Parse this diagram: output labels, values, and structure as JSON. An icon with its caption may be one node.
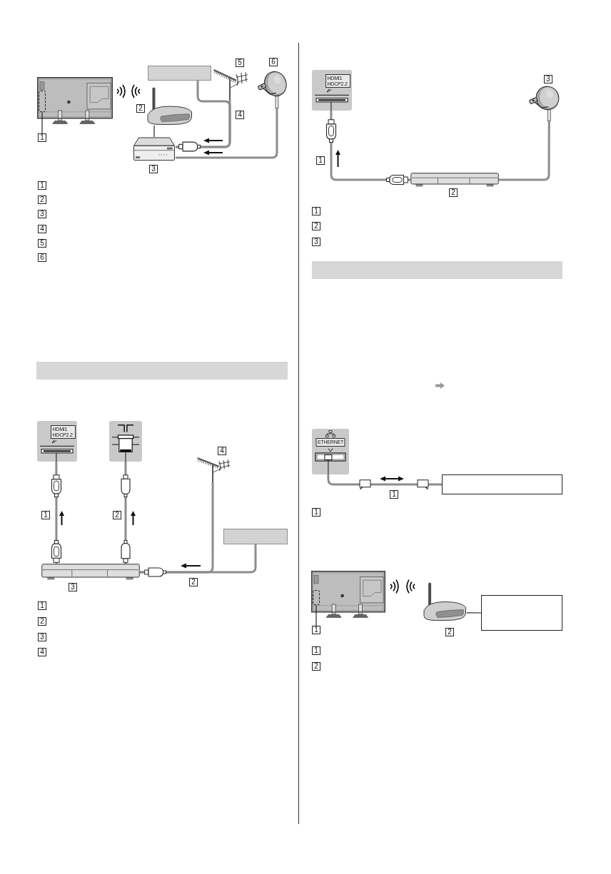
{
  "diagram": {
    "nodes": [
      {
        "text": [],
        "shape": "box"
      },
      {
        "text": [],
        "shape": "picture",
        "beside": [
          "5"
        ]
      },
      {
        "text": [],
        "shape": "picture",
        "beside": [
          "6"
        ]
      },
      {
        "text": [],
        "shape": "picture"
      },
      {
        "text": [],
        "shape": "box",
        "in": 3
      },
      {
        "text": [],
        "shape": "picture",
        "beside": [
          "2"
        ]
      },
      {
        "text": [],
        "shape": "picture",
        "beside": [
          "3"
        ]
      },
      {
        "text": [
          "1"
        ]
      },
      {
        "text": [
          "HDMI1 HDCP2.2"
        ]
      },
      {
        "text": [],
        "shape": "picture"
      },
      {
        "text": [],
        "shape": "picture",
        "beside": [
          "4"
        ]
      },
      {
        "text": [],
        "shape": "box"
      },
      {
        "text": [],
        "shape": "picture",
        "beside": [
          "3"
        ]
      },
      {
        "text": [
          "HDMI1 HDCP2.2"
        ]
      },
      {
        "text": [],
        "shape": "picture",
        "beside": [
          "3"
        ]
      },
      {
        "text": [],
        "shape": "picture",
        "beside": [
          "2"
        ]
      },
      {
        "text": [
          "ETHERNET"
        ]
      },
      {
        "text": [],
        "shape": "box"
      },
      {
        "text": [],
        "shape": "picture"
      },
      {
        "text": [],
        "shape": "box",
        "in": 18
      },
      {
        "text": [],
        "shape": "picture",
        "beside": [
          "2"
        ]
      },
      {
        "text": [],
        "shape": "box"
      },
      {
        "text": [
          "1"
        ]
      }
    ],
    "edges": [
      {
        "from": 1,
        "to": 6,
        "arrow": "none",
        "label": "4"
      },
      {
        "from": 0,
        "to": 6,
        "arrow": "none"
      },
      {
        "from": 2,
        "to": 6,
        "arrow": "none"
      },
      {
        "from": 5,
        "to": 6,
        "arrow": "none",
        "color": "#222222"
      },
      {
        "from": 7,
        "to": 4,
        "arrow": "none",
        "color": "#222222"
      },
      {
        "from": 12,
        "to": 8,
        "arrow": "none",
        "label": "1"
      },
      {
        "from": 12,
        "to": 9,
        "arrow": "none",
        "label": "2"
      },
      {
        "from": 10,
        "to": 12,
        "arrow": "none",
        "label": "2"
      },
      {
        "from": 11,
        "to": 12,
        "arrow": "none"
      },
      {
        "from": 15,
        "to": 13,
        "arrow": "none",
        "label": "1"
      },
      {
        "from": 14,
        "to": 15,
        "arrow": "none"
      },
      {
        "from": 16,
        "to": 17,
        "arrow": "none",
        "label": "1"
      },
      {
        "from": 20,
        "to": 21,
        "arrow": "none",
        "color": "#222222"
      },
      {
        "from": 22,
        "to": 19,
        "arrow": "none",
        "color": "#222222"
      }
    ],
    "labels": [
      "1",
      "2",
      "3",
      "4",
      "5",
      "6",
      "1",
      "2",
      "3",
      "4",
      "1",
      "2",
      "3",
      "1",
      "1",
      "2"
    ]
  }
}
